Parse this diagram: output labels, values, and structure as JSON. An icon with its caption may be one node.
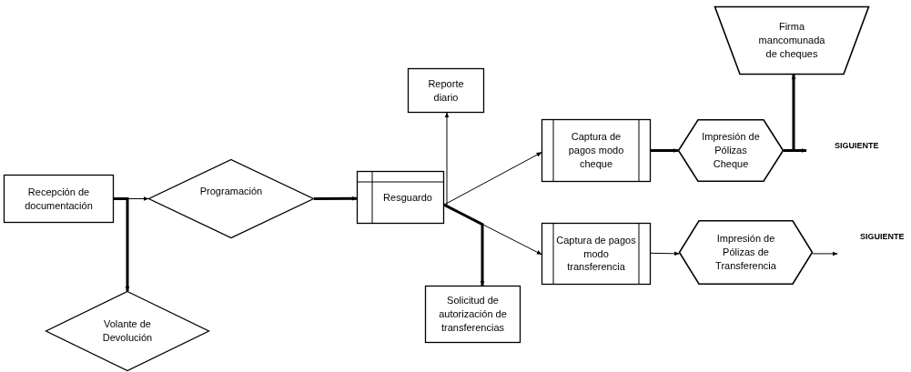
{
  "diagram": {
    "nodes": [
      {
        "text": [
          "Recepción de documentación"
        ]
      },
      {
        "text": [
          "Programación"
        ]
      },
      {
        "text": [
          "Volante de Devolución"
        ]
      },
      {
        "text": [
          "Resguardo"
        ]
      },
      {
        "text": [
          "Reporte diario"
        ]
      },
      {
        "text": [
          "Solicitud de autorización de transferencias"
        ]
      },
      {
        "text": [
          "Captura de pagos modo cheque"
        ]
      },
      {
        "text": [
          "Captura de pagos modo transferencia"
        ]
      },
      {
        "text": [
          "Impresión de Pólizas Cheque"
        ]
      },
      {
        "text": [
          "Impresión de Pólizas de Transferencia"
        ]
      },
      {
        "text": [
          "Firma mancomunada de cheques"
        ]
      }
    ],
    "edges": [
      {
        "from": 0,
        "to": 1,
        "arrow": "to"
      },
      {
        "from": 0,
        "to": 2,
        "arrow": "to",
        "style": "thick"
      },
      {
        "from": 1,
        "to": 3,
        "arrow": "to",
        "style": "thick"
      },
      {
        "from": 3,
        "to": 4,
        "arrow": "to"
      },
      {
        "from": 3,
        "to": 6,
        "arrow": "to"
      },
      {
        "from": 3,
        "to": 7,
        "arrow": "to"
      },
      {
        "from": 3,
        "to": 5,
        "arrow": "to",
        "style": "thick"
      },
      {
        "from": 6,
        "to": 8,
        "arrow": "to",
        "style": "thick"
      },
      {
        "from": 8,
        "to": 10,
        "arrow": "to",
        "style": "thick"
      },
      {
        "from": 8,
        "to": null,
        "arrow": "to",
        "style": "thick"
      },
      {
        "from": 7,
        "to": 9,
        "arrow": "to"
      },
      {
        "from": 9,
        "to": null,
        "arrow": "to"
      }
    ],
    "labels": [
      "SIGUIENTE",
      "SIGUIENTE"
    ]
  }
}
